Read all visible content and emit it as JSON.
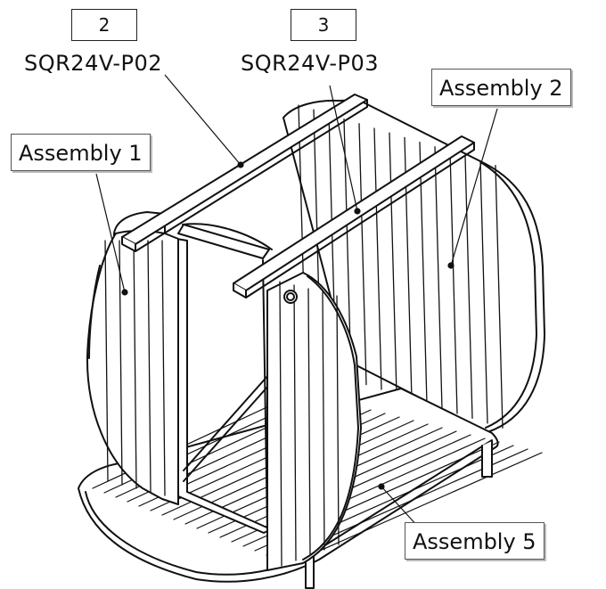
{
  "callouts": {
    "part2": {
      "number": "2",
      "code": "SQR24V-P02"
    },
    "part3": {
      "number": "3",
      "code": "SQR24V-P03"
    }
  },
  "labels": {
    "assembly1": "Assembly 1",
    "assembly2": "Assembly 2",
    "assembly5": "Assembly 5"
  },
  "colors": {
    "line": "#111111",
    "background": "#ffffff"
  }
}
